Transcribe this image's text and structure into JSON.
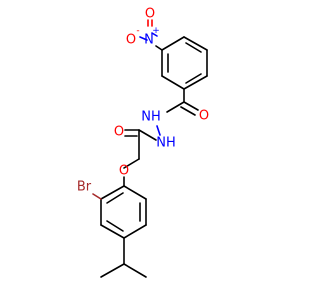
{
  "molecule": {
    "colors": {
      "carbon_bond": "#000000",
      "oxygen": "#ff0000",
      "nitrogen": "#0000ff",
      "bromine": "#a52a2a"
    },
    "labels": {
      "nitro_o_minus": "O",
      "nitro_o_minus_charge": "-",
      "nitro_n": "N",
      "nitro_n_charge": "+",
      "nitro_o": "O",
      "amide_o": "O",
      "hydrazide_nh_1": "NH",
      "hydrazide_nh_2": "NH",
      "acetyl_o": "O",
      "ether_o": "O",
      "bromine": "Br"
    }
  }
}
